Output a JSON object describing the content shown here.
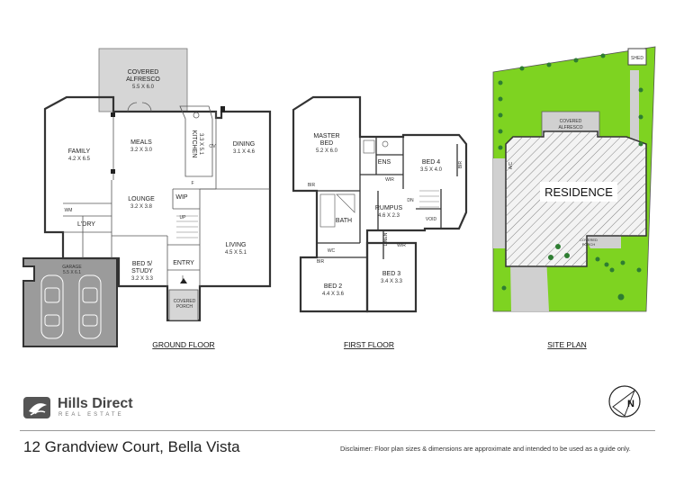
{
  "brand": {
    "name": "Hills Direct",
    "subtitle": "REAL ESTATE"
  },
  "footer": {
    "address": "12 Grandview Court, Bella Vista",
    "disclaimer": "Disclaimer: Floor plan sizes & dimensions are approximate and intended to be used as a guide only."
  },
  "captions": {
    "ground": "GROUND FLOOR",
    "first": "FIRST FLOOR",
    "site": "SITE PLAN"
  },
  "compass": {
    "letter": "N"
  },
  "ground_floor": {
    "alfresco": {
      "name": "COVERED",
      "name2": "ALFRESCO",
      "dim": "5.5 X 6.0"
    },
    "family": {
      "name": "FAMILY",
      "dim": "4.2 X 6.5"
    },
    "meals": {
      "name": "MEALS",
      "dim": "3.2 X 3.0"
    },
    "kitchen": {
      "name": "KITCHEN",
      "dim": "3.3 X 5.1"
    },
    "ov": "OV",
    "dining": {
      "name": "DINING",
      "dim": "3.1 X 4.6"
    },
    "lounge": {
      "name": "LOUNGE",
      "dim": "3.2 X 3.8"
    },
    "wip": "WIP",
    "f": "F",
    "up": "UP",
    "wm": "WM",
    "ldry": "L'DRY",
    "living": {
      "name": "LIVING",
      "dim": "4.5 X 5.1"
    },
    "garage": {
      "name": "GARAGE",
      "dim": "5.5 X 6.1"
    },
    "bed5": {
      "name": "BED 5/",
      "name2": "STUDY",
      "dim": "3.2 X 3.3"
    },
    "entry": "ENTRY",
    "porch": {
      "name": "COVERED",
      "name2": "PORCH"
    }
  },
  "first_floor": {
    "master": {
      "name": "MASTER",
      "name2": "BED",
      "dim": "5.2 X 6.0"
    },
    "ens": "ENS",
    "bed4": {
      "name": "BED 4",
      "dim": "3.5 X 4.0"
    },
    "bir": "BIR",
    "wir": "WIR",
    "dn": "DN",
    "bath": "BATH",
    "rumpus": {
      "name": "RUMPUS",
      "dim": "4.6 X 2.3"
    },
    "void": "VOID",
    "wc": "WC",
    "linen": "LINEN",
    "bed2": {
      "name": "BED 2",
      "dim": "4.4 X 3.6"
    },
    "bed3": {
      "name": "BED 3",
      "dim": "3.4 X 3.3"
    }
  },
  "site_plan": {
    "shed": "SHED",
    "alfresco": {
      "name": "COVERED",
      "name2": "ALFRESCO"
    },
    "residence": "RESIDENCE",
    "ac": "A/C",
    "porch": {
      "name": "COVERED",
      "name2": "PORCH"
    }
  },
  "colors": {
    "lawn": "#7ed321",
    "paving": "#d0d0d0",
    "garage": "#9b9b9b",
    "walls": "#333333"
  }
}
